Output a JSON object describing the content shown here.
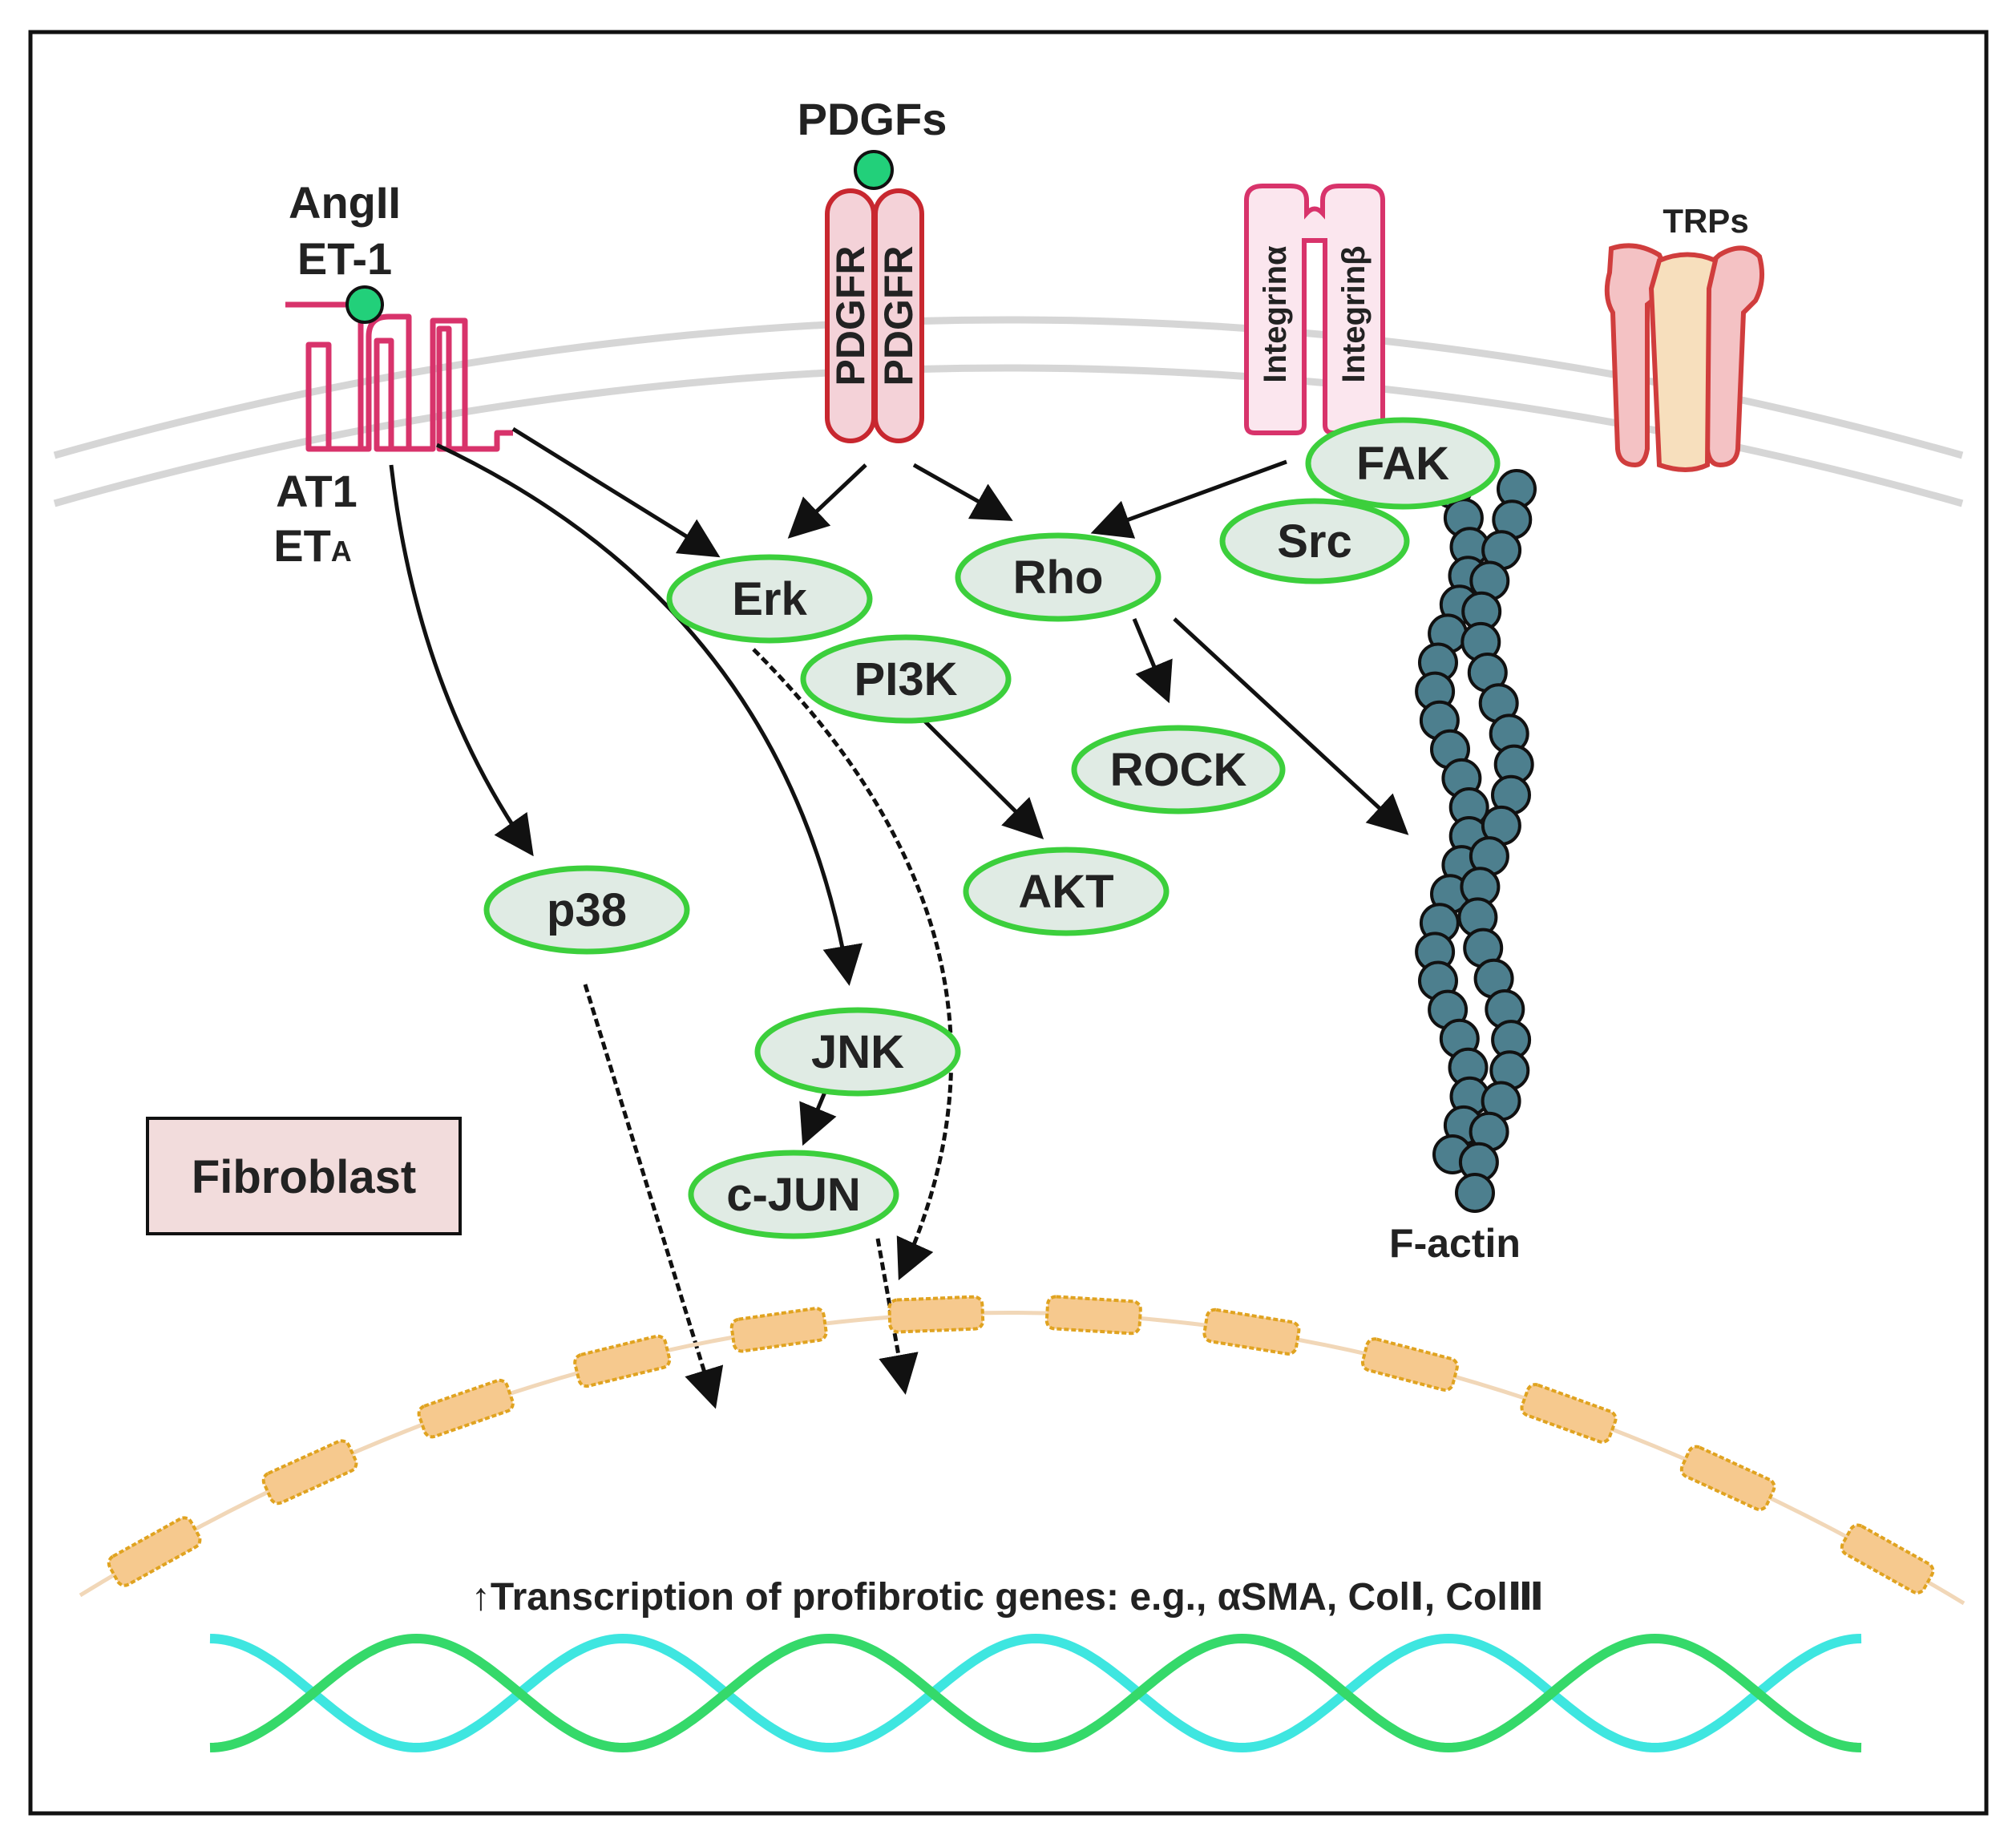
{
  "colors": {
    "membrane": "#d6d6d6",
    "receptor_stroke": "#d8336b",
    "pdgfr_stroke": "#c8272f",
    "pdgfr_fill": "#f4d2d8",
    "ligand": "#22d07a",
    "node_fill": "#e0ebe4",
    "node_stroke": "#3ccf3c",
    "actin": "#4d7f8e",
    "nuclear_pore": "#f6c98e",
    "nuclear_pore_stroke": "#e0a320",
    "nuclear_envelope": "#f1d7b8",
    "fibroblast_box": "#f2dcdc",
    "dna_top": "#3ee6e0",
    "dna_bottom": "#35d96a"
  },
  "ligands": {
    "angii": "AngII",
    "et1": "ET-1",
    "pdgfs": "PDGFs"
  },
  "receptors": {
    "at1": "AT1",
    "eta": "ET",
    "eta_sub": "A",
    "pdgfr_left": "PDGFR",
    "pdgfr_right": "PDGFR",
    "integrin_a": "Integrinα",
    "integrin_b": "Integrinβ",
    "trps": "TRPs"
  },
  "nodes": {
    "fak": "FAK",
    "src": "Src",
    "erk": "Erk",
    "rho": "Rho",
    "pi3k": "PI3K",
    "rock": "ROCK",
    "akt": "AKT",
    "p38": "p38",
    "jnk": "JNK",
    "cjun": "c-JUN"
  },
  "labels": {
    "factin": "F-actin",
    "cell_type": "Fibroblast",
    "transcription": "↑Transcription of profibrotic genes: e.g., αSMA, ColⅠ, ColⅢ"
  }
}
